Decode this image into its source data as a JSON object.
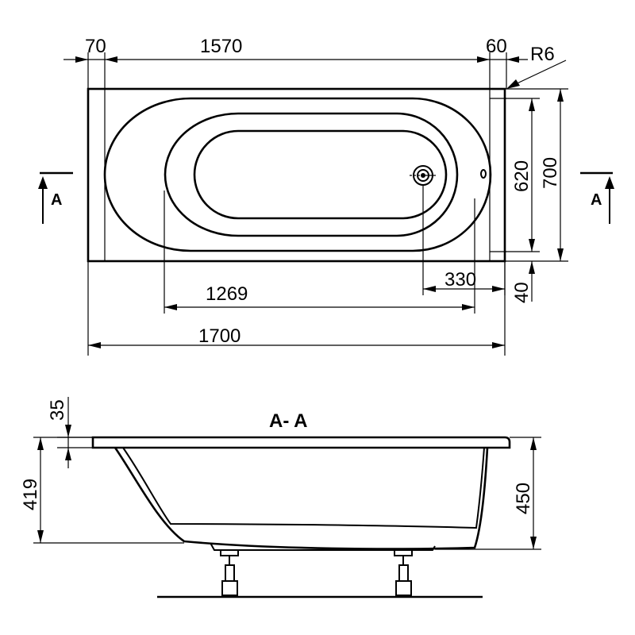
{
  "top_view": {
    "dims": {
      "left_rim": "70",
      "inner_length": "1570",
      "right_rim": "60",
      "radius": "R6",
      "inner_width": "620",
      "outer_width": "700",
      "drain_offset": "330",
      "bottom_rim": "40",
      "floor_length": "1269",
      "outer_length": "1700"
    },
    "section_marker_left": "A",
    "section_marker_right": "A"
  },
  "section_view": {
    "title": "A- A",
    "dims": {
      "rim_thickness": "35",
      "inner_depth": "419",
      "total_height": "450"
    }
  },
  "colors": {
    "line": "#000000",
    "background": "#ffffff"
  }
}
